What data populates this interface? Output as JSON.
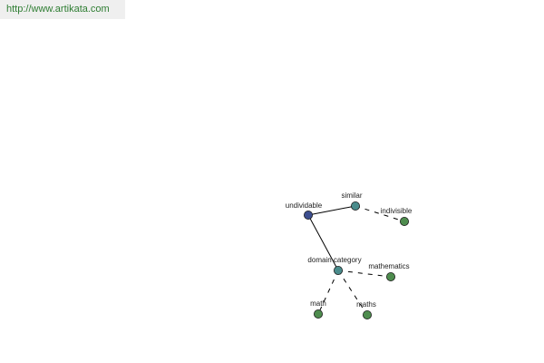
{
  "header": {
    "url": "http://www.artikata.com"
  },
  "graph": {
    "nodes": [
      {
        "id": "undividable",
        "label": "undividable",
        "kind": "root"
      },
      {
        "id": "similar",
        "label": "similar",
        "kind": "relation"
      },
      {
        "id": "indivisible",
        "label": "indivisible",
        "kind": "term"
      },
      {
        "id": "domain-category",
        "label": "domain category",
        "kind": "relation"
      },
      {
        "id": "mathematics",
        "label": "mathematics",
        "kind": "term"
      },
      {
        "id": "math",
        "label": "math",
        "kind": "term"
      },
      {
        "id": "maths",
        "label": "maths",
        "kind": "term"
      }
    ],
    "edges": [
      {
        "from": "undividable",
        "to": "similar",
        "style": "solid"
      },
      {
        "from": "similar",
        "to": "indivisible",
        "style": "dashed"
      },
      {
        "from": "undividable",
        "to": "domain-category",
        "style": "solid"
      },
      {
        "from": "domain-category",
        "to": "mathematics",
        "style": "dashed"
      },
      {
        "from": "domain-category",
        "to": "math",
        "style": "dashed"
      },
      {
        "from": "domain-category",
        "to": "maths",
        "style": "dashed"
      }
    ],
    "colors": {
      "root": "#3c4e8f",
      "relation": "#4a8c8c",
      "term": "#4e8c4e",
      "edge": "#000000"
    }
  }
}
